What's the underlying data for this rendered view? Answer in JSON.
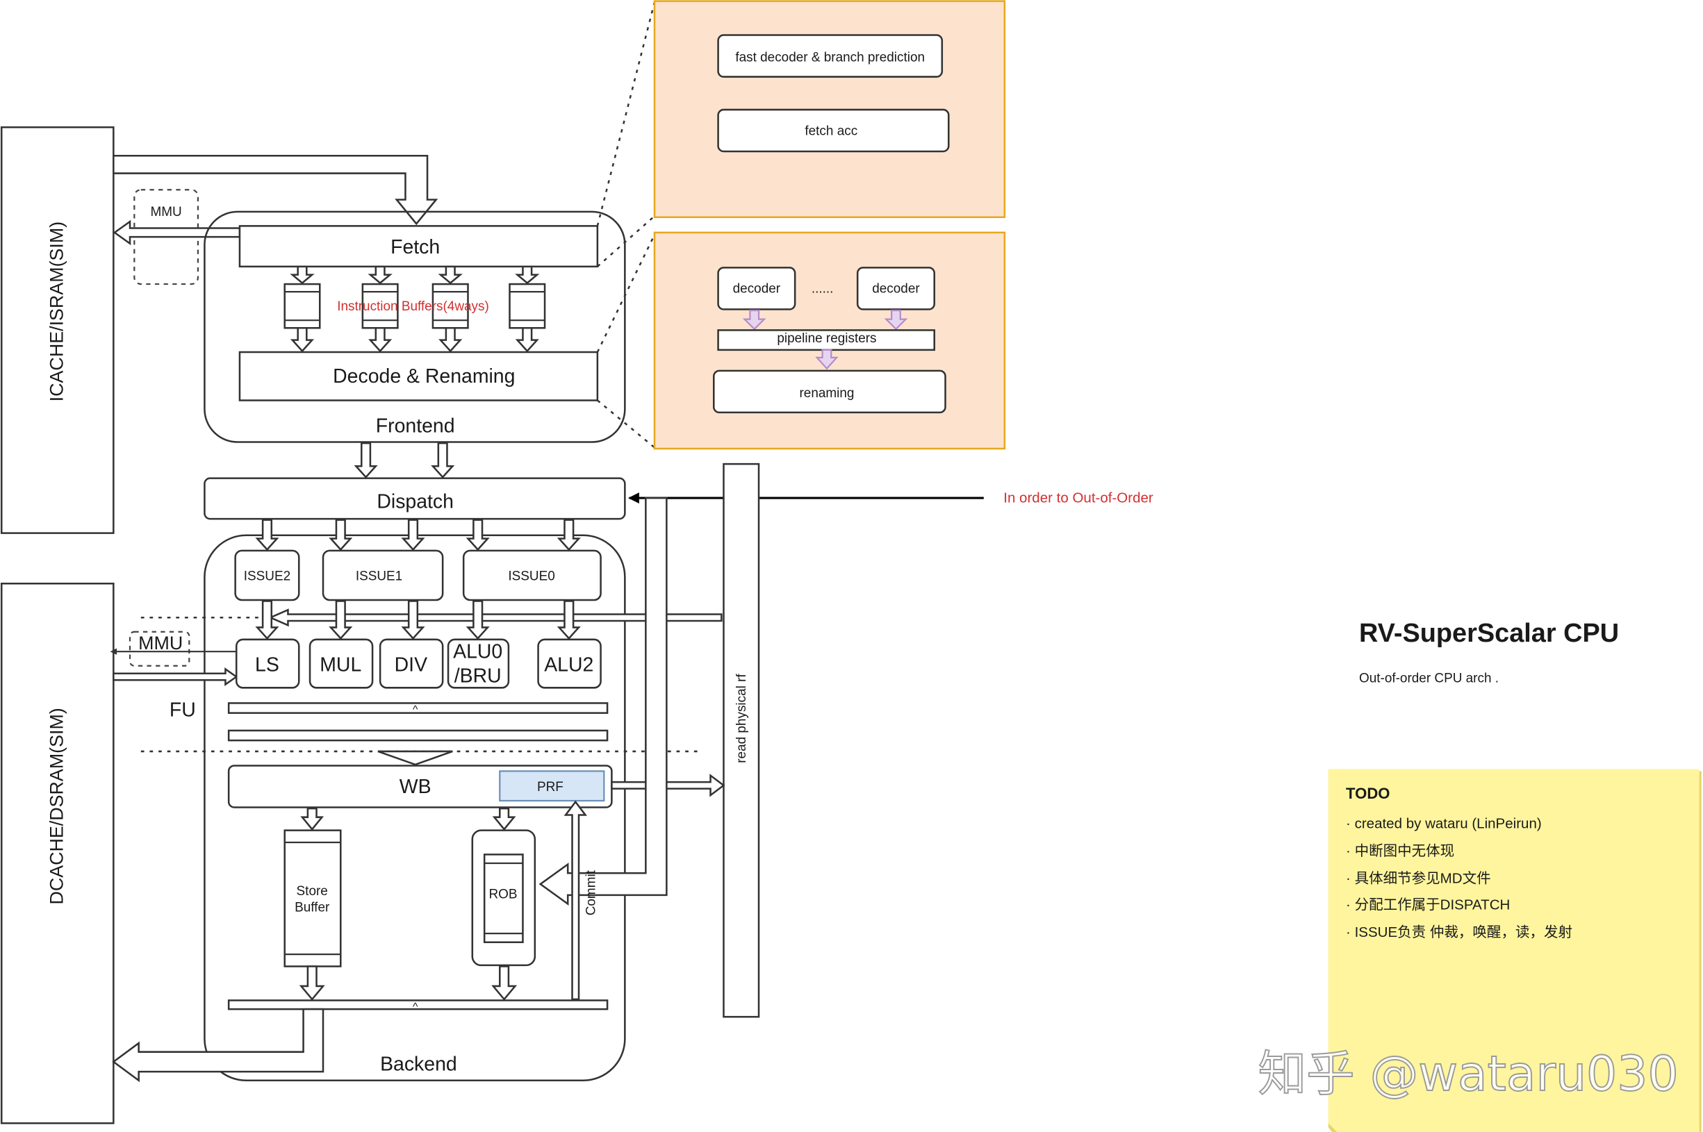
{
  "memory": {
    "icache": "ICACHE/ISRAM(SIM)",
    "dcache": "DCACHE/DSRAM(SIM)",
    "mmu_top": "MMU",
    "mmu_bottom": "MMU"
  },
  "frontend": {
    "fetch": "Fetch",
    "instruction_buffers": "Instruction Buffers(4ways)",
    "decode_renaming": "Decode & Renaming",
    "label": "Frontend"
  },
  "fetch_detail": {
    "fast_decoder": "fast decoder & branch prediction",
    "fetch_acc": "fetch acc"
  },
  "decode_detail": {
    "decoder_left": "decoder",
    "ellipsis": "......",
    "decoder_right": "decoder",
    "pipeline_registers": "pipeline registers",
    "renaming": "renaming"
  },
  "dispatch": {
    "label": "Dispatch",
    "note": "In order to Out-of-Order"
  },
  "backend": {
    "issue": [
      "ISSUE2",
      "ISSUE1",
      "ISSUE0"
    ],
    "fu_units": [
      "LS",
      "MUL",
      "DIV",
      "ALU0\n/BRU",
      "ALU2"
    ],
    "fu_label": "FU",
    "wb": "WB",
    "prf": "PRF",
    "store_buffer_line1": "Store",
    "store_buffer_line2": "Buffer",
    "rob": "ROB",
    "commit": "Commit",
    "read_physical_rf": "read physical rf",
    "label": "Backend"
  },
  "title_block": {
    "title": "RV-SuperScalar CPU",
    "subtitle": "Out-of-order CPU arch ."
  },
  "todo": {
    "heading": "TODO",
    "items": [
      "· created by wataru (LinPeirun)",
      "· 中断图中无体现",
      "· 具体细节参见MD文件",
      "· 分配工作属于DISPATCH",
      "· ISSUE负责 仲裁，唤醒，读，发射"
    ]
  },
  "watermark": "知乎 @wataru030",
  "colors": {
    "panel_fill": "#fde3cd",
    "panel_border": "#e6a81e",
    "note_fill": "#fff59e",
    "prf_fill": "#d6e6f7",
    "accent_red": "#d32f2f",
    "arrow_purple": "#e6d5f0"
  }
}
